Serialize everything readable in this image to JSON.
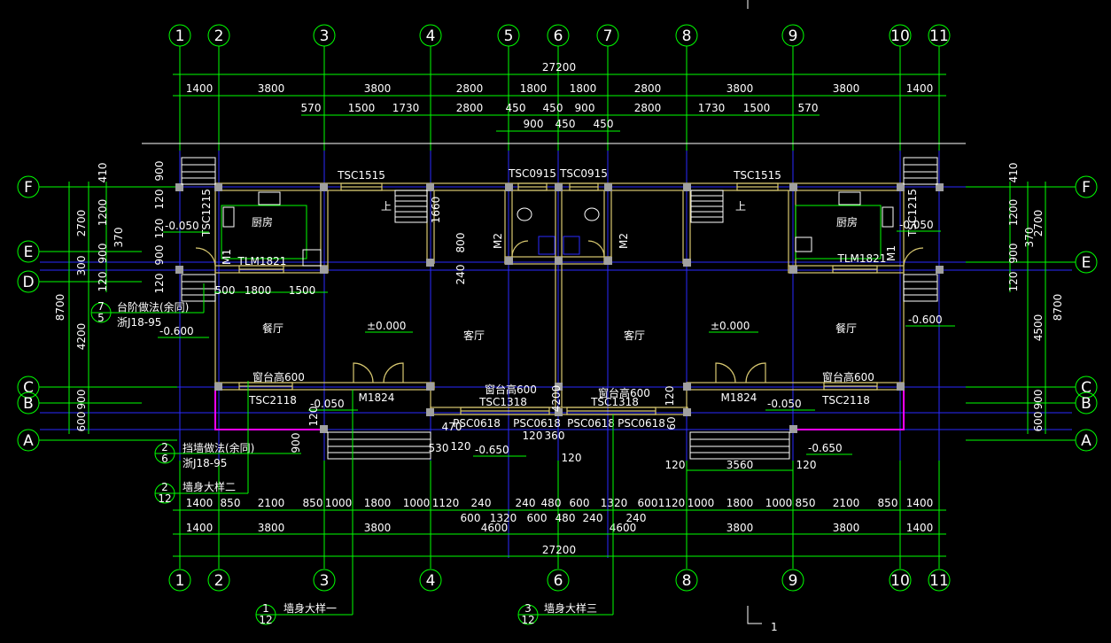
{
  "axes_top": [
    "1",
    "2",
    "3",
    "4",
    "5",
    "6",
    "7",
    "8",
    "9",
    "10",
    "11"
  ],
  "axes_rows": [
    "F",
    "E",
    "D",
    "C",
    "B",
    "A"
  ],
  "dims": {
    "total": "27200",
    "top_row1": [
      "1400",
      "3800",
      "3800",
      "2800",
      "1800",
      "1800",
      "2800",
      "3800",
      "3800",
      "1400"
    ],
    "top_row2": [
      "570",
      "1500",
      "1730",
      "2800",
      "450",
      "450",
      "900",
      "2800",
      "1730",
      "1500",
      "570"
    ],
    "top_row3": [
      "900",
      "450",
      "450"
    ],
    "bot_row1": [
      "1400",
      "850",
      "2100",
      "850",
      "1000",
      "1800",
      "1000",
      "1120",
      "240",
      "240",
      "480",
      "600",
      "1320",
      "600",
      "1120",
      "1000",
      "1800",
      "1000",
      "850",
      "2100",
      "850",
      "1400"
    ],
    "bot_row2": [
      "600",
      "1320",
      "600",
      "480",
      "240",
      "240"
    ],
    "bot_row3": [
      "1400",
      "3800",
      "3800",
      "4600",
      "4600",
      "3800",
      "3800",
      "1400"
    ],
    "left_outer": "8700",
    "left_inner": [
      "2700",
      "300",
      "4200",
      "900",
      "600"
    ],
    "left_small": [
      "410",
      "1200",
      "370",
      "900",
      "120",
      "900",
      "120"
    ],
    "right_outer": "8700",
    "right_inner": [
      "2700",
      "4500",
      "900",
      "600"
    ],
    "right_small": [
      "410",
      "1200",
      "370",
      "900",
      "120"
    ],
    "misc": [
      "120",
      "900",
      "120",
      "1660",
      "800",
      "240",
      "1500",
      "500",
      "1800",
      "120",
      "470",
      "120",
      "530",
      "120",
      "360",
      "120",
      "60",
      "120",
      "3560",
      "120",
      "120",
      "900",
      "4200"
    ]
  },
  "windows": [
    "TSC1515",
    "TSC0915",
    "TSC0915",
    "TSC1515",
    "TSC1215",
    "TSC1215",
    "TLM1821",
    "TLM1821",
    "TSC2118",
    "TSC1318",
    "TSC1318",
    "TSC2118",
    "PSC0618",
    "PSC0618",
    "PSC0618",
    "PSC0618"
  ],
  "doors": [
    "M1",
    "M1",
    "M2",
    "M2",
    "M1824",
    "M1824"
  ],
  "rooms": [
    "厨房",
    "厨房",
    "餐厅",
    "客厅",
    "客厅",
    "餐厅"
  ],
  "levels": [
    "-0.050",
    "-0.050",
    "±0.000",
    "±0.000",
    "-0.600",
    "-0.600",
    "-0.050",
    "-0.050",
    "-0.650",
    "-0.650"
  ],
  "notes": {
    "sill": [
      "窗台高600",
      "窗台高600",
      "窗台高600",
      "窗台高600"
    ],
    "step_title": "台阶做法(余同)",
    "step_ref": "浙J18-95",
    "step_num": "7",
    "step_den": "5",
    "retwall_title": "挡墙做法(余同)",
    "retwall_ref": "浙J18-95",
    "retwall_num": "2",
    "retwall_den": "6",
    "detail2": "墙身大样二",
    "detail2_num": "2",
    "detail2_den": "12",
    "detail1": "墙身大样一",
    "detail1_num": "1",
    "detail1_den": "12",
    "detail3": "墙身大样三",
    "detail3_num": "3",
    "detail3_den": "12",
    "up": "上",
    "section": "1"
  }
}
